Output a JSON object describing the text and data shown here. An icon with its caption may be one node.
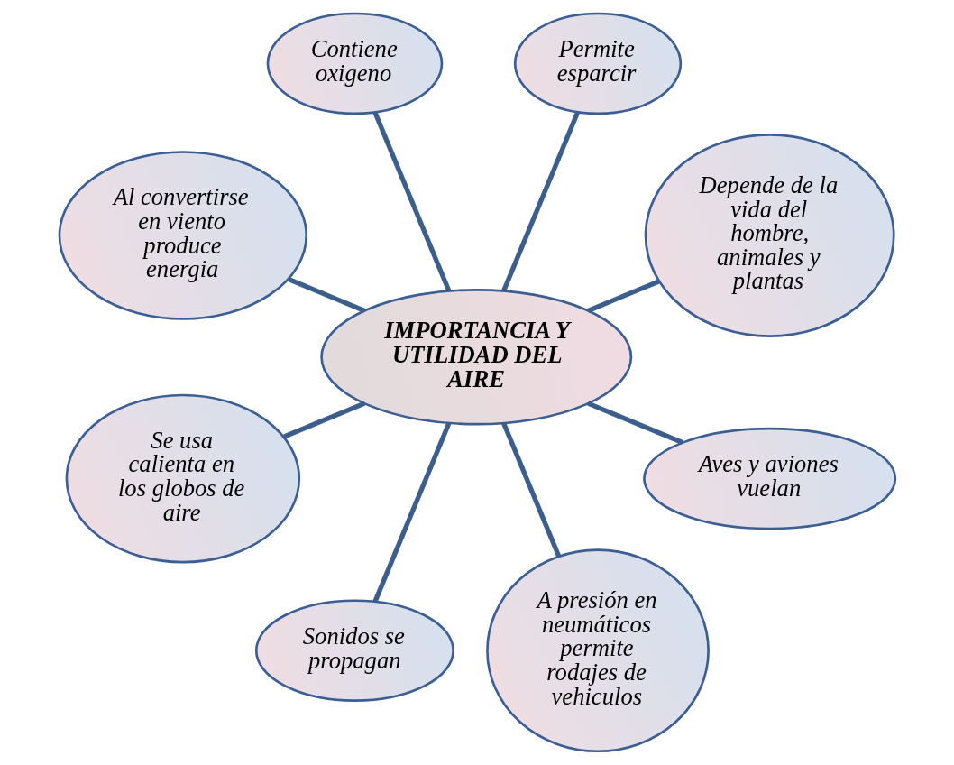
{
  "diagram": {
    "nodes": [
      {
        "text": [
          "IMPORTANCIA Y UTILIDAD DEL AIRE"
        ]
      },
      {
        "text": [
          "Depende de la vida del hombre, animales y plantas"
        ]
      },
      {
        "text": [
          "Permite esparcir"
        ]
      },
      {
        "text": [
          "Contiene oxigeno"
        ]
      },
      {
        "text": [
          "Al convertirse en viento produce energia"
        ]
      },
      {
        "text": [
          "Se usa calienta en los globos de aire"
        ]
      },
      {
        "text": [
          "Sonidos se propagan"
        ]
      },
      {
        "text": [
          "A presión en neumáticos permite rodajes de vehiculos"
        ]
      },
      {
        "text": [
          "Aves y aviones vuelan"
        ]
      }
    ],
    "edges": [
      {
        "from": 0,
        "to": 1,
        "arrow": "none"
      },
      {
        "from": 0,
        "to": 3,
        "arrow": "none"
      },
      {
        "from": 0,
        "to": 5,
        "arrow": "none"
      },
      {
        "from": 0,
        "to": 7,
        "arrow": "none"
      },
      {
        "from": 0,
        "to": 8,
        "arrow": "none"
      },
      {
        "from": 0,
        "to": 6,
        "arrow": "none"
      },
      {
        "from": 0,
        "to": 4,
        "arrow": "none"
      },
      {
        "from": 0,
        "to": 2,
        "arrow": "none"
      }
    ]
  }
}
